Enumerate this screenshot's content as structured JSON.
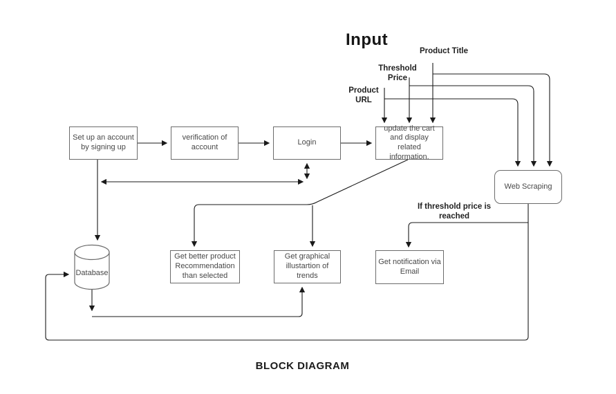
{
  "diagram": {
    "title": "Input",
    "caption": "BLOCK DIAGRAM",
    "inputs": {
      "product_title": "Product Title",
      "threshold_price": "Threshold Price",
      "product_url": "Product URL"
    },
    "nodes": {
      "signup": "Set up an account by signing up",
      "verification": "verification of account",
      "login": "Login",
      "update_cart": "update the cart and display related information.",
      "web_scraping": "Web Scraping",
      "database": "Database",
      "recommendation": "Get better product Recommendation than selected",
      "trends": "Get graphical illustartion of trends",
      "email": "Get notification via Email"
    },
    "annotations": {
      "threshold_condition": "If threshold price is reached"
    },
    "colors": {
      "connector_line": "#1a1a1a",
      "node_border": "#6b6b6b",
      "node_fill": "#ffffff",
      "node_text": "#474747",
      "label_text": "#1f1f1f",
      "background": "#ffffff"
    }
  }
}
